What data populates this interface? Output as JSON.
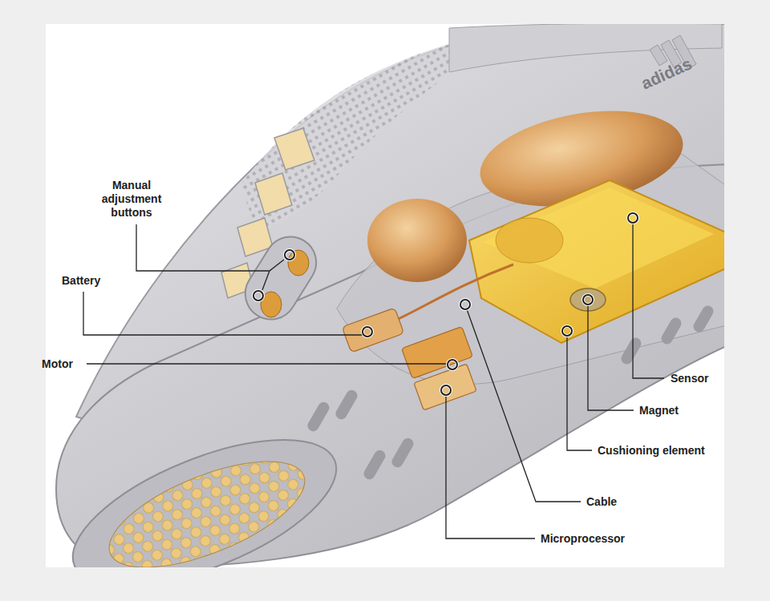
{
  "diagram": {
    "labels": [
      "Manual adjustment buttons",
      "Battery",
      "Motor",
      "Sensor",
      "Magnet",
      "Cushioning element",
      "Cable",
      "Microprocessor",
      "adidas"
    ]
  }
}
